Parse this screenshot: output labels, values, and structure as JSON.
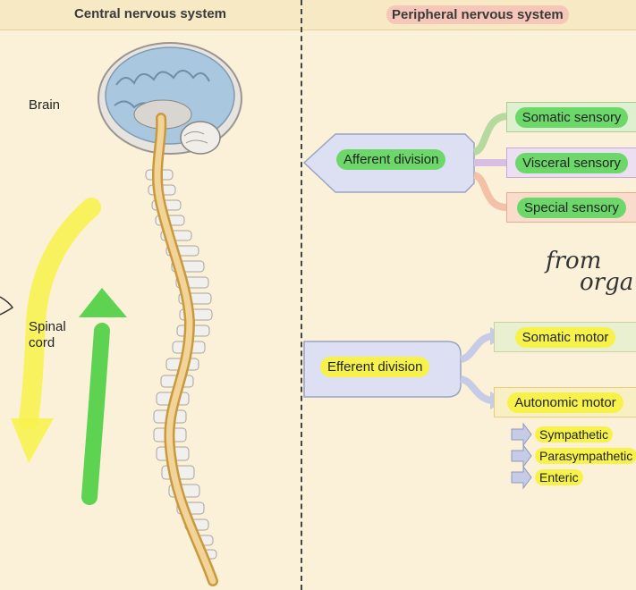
{
  "header": {
    "left_title": "Central nervous system",
    "right_title": "Peripheral nervous system"
  },
  "cns": {
    "brain_label": "Brain",
    "spinal_label_line1": "Spinal",
    "spinal_label_line2": "cord"
  },
  "pns": {
    "afferent": {
      "label": "Afferent division",
      "branches": [
        "Somatic sensory",
        "Visceral sensory",
        "Special sensory"
      ]
    },
    "efferent": {
      "label": "Efferent division",
      "branches": [
        "Somatic motor",
        "Autonomic motor"
      ],
      "autonomic_subdivisions": [
        "Sympathetic",
        "Parasympathetic",
        "Enteric"
      ]
    }
  },
  "handwriting": {
    "note_line1": "from",
    "note_line2": "orga"
  },
  "colors": {
    "background": "#fbf1d8",
    "highlight_green": "#6cd86a",
    "highlight_yellow": "#f7f24a",
    "division_box": "#dde0f2",
    "sensory_somatic_box": "#dff0d0",
    "sensory_visceral_box": "#ecdff2",
    "sensory_special_box": "#f9dccc",
    "motor_box": "#f9efc4"
  }
}
